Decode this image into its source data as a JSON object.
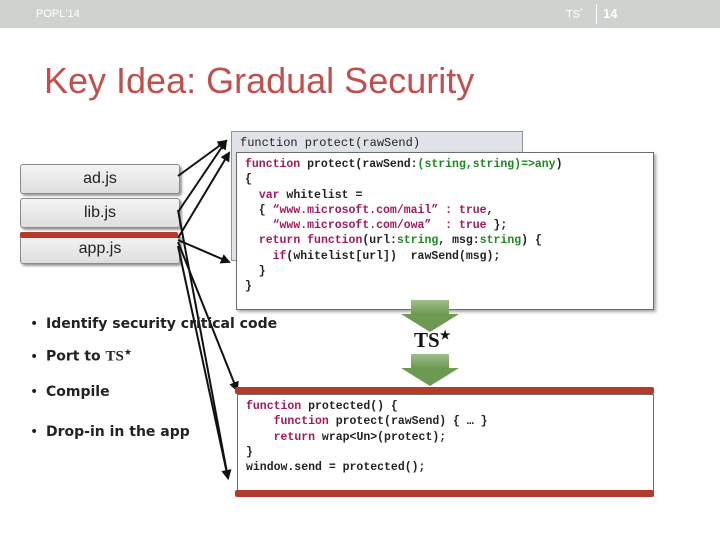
{
  "header": {
    "left": "POPL'14",
    "center": "TS",
    "center_star": "*",
    "page_number": "14"
  },
  "title": "Key Idea: Gradual Security",
  "files": {
    "ad": "ad.js",
    "lib": "lib.js",
    "app": "app.js"
  },
  "back_code_header": "function protect(rawSend)",
  "transform_label": "TS",
  "transform_star": "★",
  "bullets": {
    "b1": "Identify security critical code",
    "b2_prefix": "Port to ",
    "b2_ts": "TS",
    "b2_star": "★",
    "b3": "Compile",
    "b4": "Drop-in in the app"
  },
  "colors": {
    "title": "#c0504d",
    "keyword": "#a3195b",
    "type": "#1e8a1e",
    "accent_bar": "#b43a2a",
    "arrow": "#6d9a52"
  }
}
